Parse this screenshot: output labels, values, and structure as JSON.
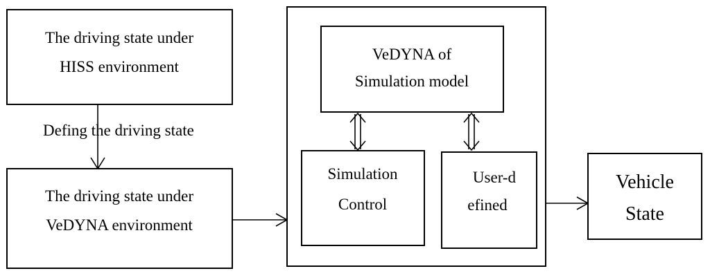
{
  "diagram": {
    "hiss_box": {
      "line1": "The driving state under",
      "line2": "HISS environment"
    },
    "arrow_label": "Defing the driving state",
    "vedyna_env_box": {
      "line1": "The driving state under",
      "line2": "VeDYNA environment"
    },
    "model_box": {
      "line1": "VeDYNA of",
      "line2": "Simulation model"
    },
    "sim_control_box": {
      "line1": "Simulation",
      "line2": "Control"
    },
    "user_box": {
      "line1": "User-d",
      "line2": "efined"
    },
    "vehicle_box": {
      "line1": "Vehicle",
      "line2": "State"
    }
  }
}
